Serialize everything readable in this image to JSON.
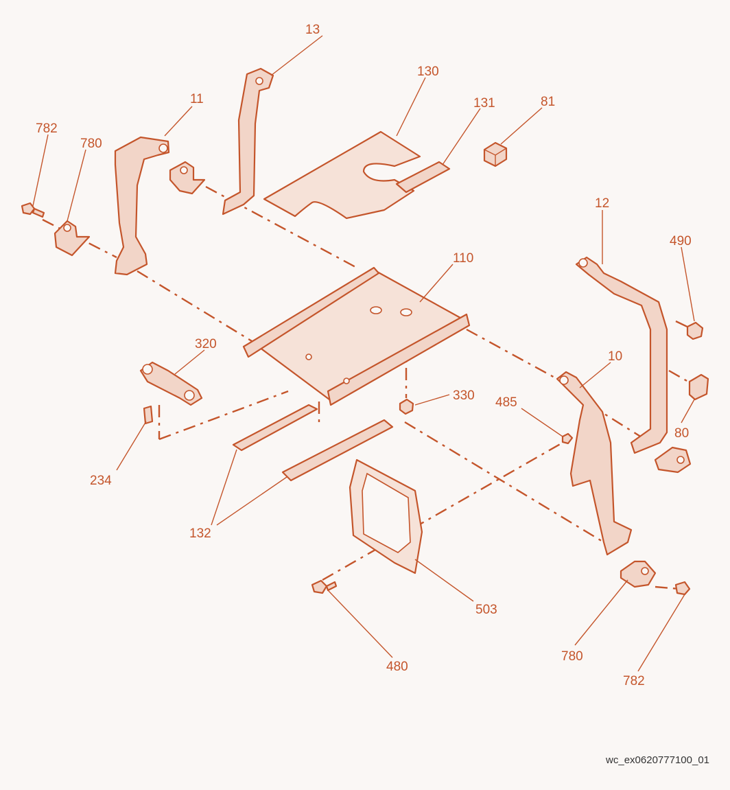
{
  "callouts": {
    "c13": "13",
    "c130": "130",
    "c131": "131",
    "c81": "81",
    "c11": "11",
    "c782_top": "782",
    "c780_top": "780",
    "c12": "12",
    "c490": "490",
    "c110": "110",
    "c320": "320",
    "c10": "10",
    "c330": "330",
    "c485": "485",
    "c80": "80",
    "c234": "234",
    "c132": "132",
    "c503": "503",
    "c480": "480",
    "c780_bottom": "780",
    "c782_bottom": "782"
  },
  "document_id": "wc_ex0620777100_01",
  "colors": {
    "line": "#c4552b",
    "fill": "#f2d5c8",
    "background": "#faf7f5"
  }
}
